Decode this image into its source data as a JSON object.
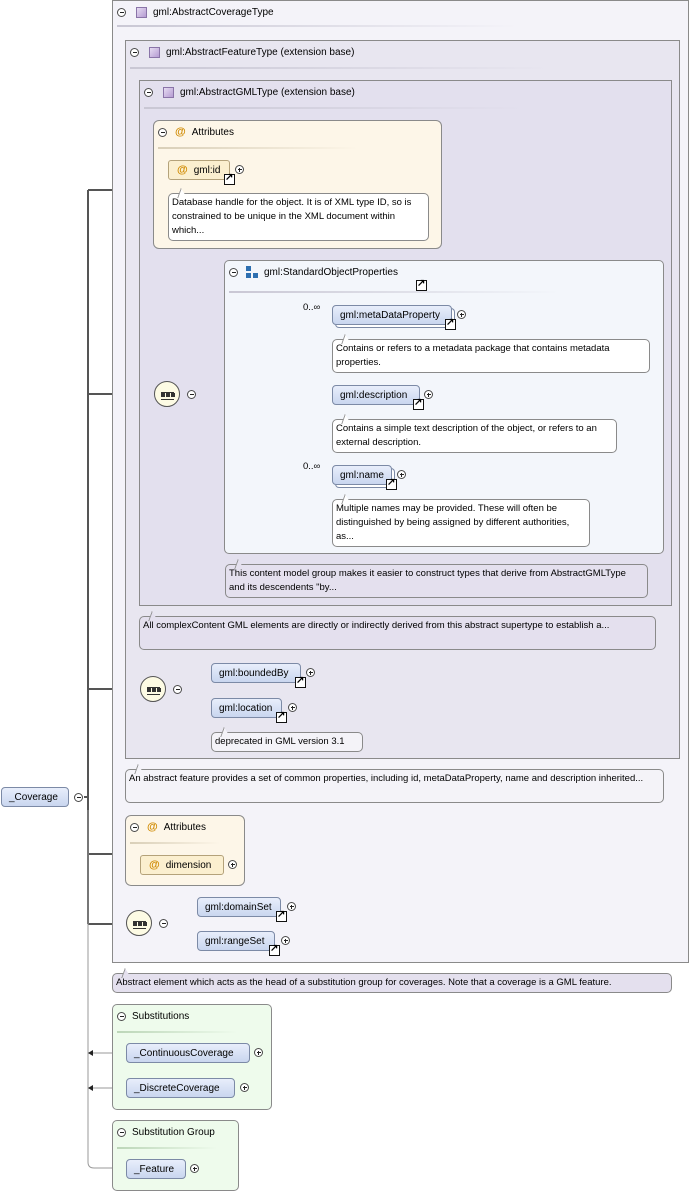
{
  "root": {
    "name": "_Coverage"
  },
  "complex_type": {
    "name": "gml:AbstractCoverageType",
    "feature_ext": {
      "name": "gml:AbstractFeatureType (extension base)",
      "gml_ext": {
        "name": "gml:AbstractGMLType (extension base)",
        "attributes": {
          "title": "Attributes",
          "id_attr": "gml:id",
          "id_doc": "Database handle for the object. It is of XML type ID, so is constrained to be unique in the XML document within which..."
        },
        "sop": {
          "name": "gml:StandardObjectProperties",
          "items": [
            {
              "name": "gml:metaDataProperty",
              "mult": "0..∞",
              "doc": "Contains or refers to a metadata package that contains metadata properties."
            },
            {
              "name": "gml:description",
              "mult": "",
              "doc": "Contains a simple text description of the object, or refers to an external description."
            },
            {
              "name": "gml:name",
              "mult": "0..∞",
              "doc": "Multiple names may be provided. These will often be distinguished by being assigned by different authorities, as..."
            }
          ],
          "doc": "This content model group makes it easier to construct types that derive from AbstractGMLType and its descendents \"by..."
        },
        "doc": "All complexContent GML elements are directly or indirectly derived from this abstract supertype to establish a..."
      },
      "bounded_by": "gml:boundedBy",
      "location": "gml:location",
      "location_doc": "deprecated in GML version 3.1",
      "doc": "An abstract feature provides a set of common properties, including id, metaDataProperty, name and description inherited..."
    },
    "attributes": {
      "title": "Attributes",
      "dimension": "dimension"
    },
    "domain_set": "gml:domainSet",
    "range_set": "gml:rangeSet",
    "doc": "Abstract element which acts as the head of a substitution group for coverages. Note that a coverage is a GML feature."
  },
  "substitutions": {
    "title": "Substitutions",
    "items": [
      "_ContinuousCoverage",
      "_DiscreteCoverage"
    ]
  },
  "substitution_group": {
    "title": "Substitution Group",
    "item": "_Feature"
  }
}
